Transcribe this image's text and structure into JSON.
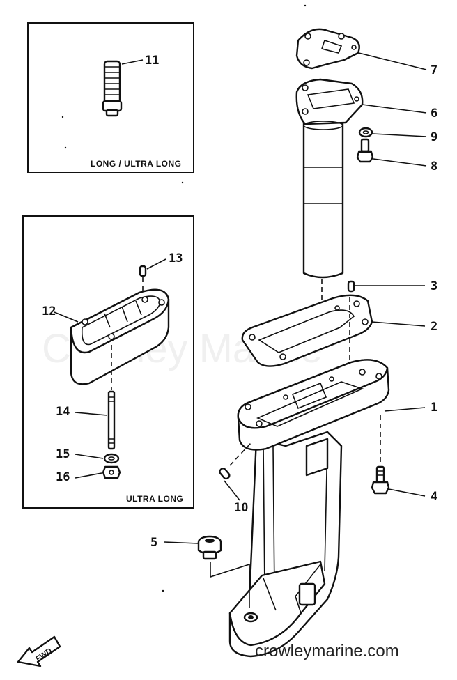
{
  "watermark": "Crowley Marine",
  "site": "crowleymarine.com",
  "direction": "FWD",
  "boxes": {
    "long_ultra_long": "LONG / ULTRA LONG",
    "ultra_long": "ULTRA LONG"
  },
  "labels": {
    "p1": "1",
    "p2": "2",
    "p3": "3",
    "p4": "4",
    "p5": "5",
    "p6": "6",
    "p7": "7",
    "p8": "8",
    "p9": "9",
    "p10": "10",
    "p11": "11",
    "p12": "12",
    "p13": "13",
    "p14": "14",
    "p15": "15",
    "p16": "16"
  }
}
